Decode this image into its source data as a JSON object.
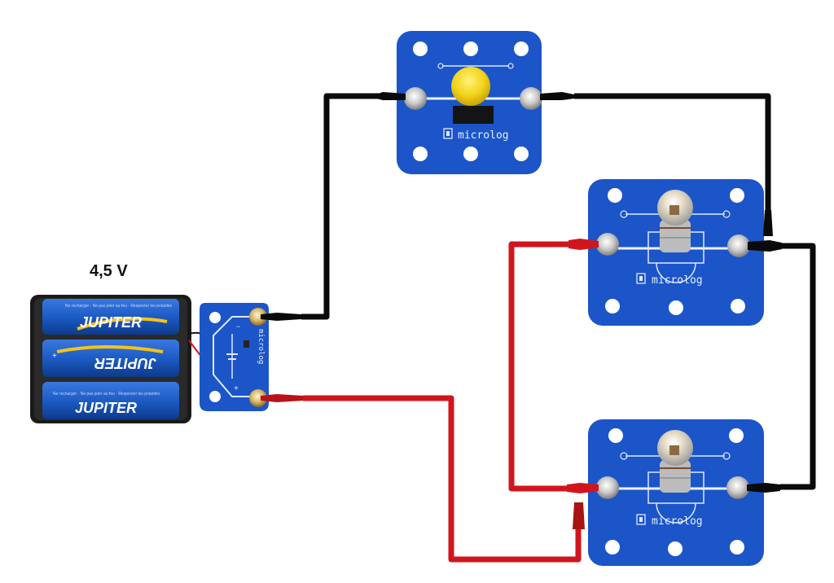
{
  "diagram": {
    "title": "Circuit: battery, push-button switch and two lamps in parallel",
    "voltage_label": "4,5 V",
    "colors": {
      "board_blue": "#1b55c8",
      "wire_black": "#0a0a0a",
      "wire_red": "#d0161c",
      "button_yellow": "#f2d21a",
      "battery_blue": "#1c5cc4"
    },
    "components": {
      "battery_pack": {
        "cells": [
          {
            "brand": "JUPITER",
            "small_text": "Ne recharger · Ne pas jeter au feu · Respecter les polarités",
            "orientation": "normal"
          },
          {
            "brand": "JUPITER",
            "small_text": "",
            "orientation": "inverted"
          },
          {
            "brand": "JUPITER",
            "small_text": "Ne recharger · Ne pas jeter au feu · Respecter les polarités",
            "orientation": "normal"
          }
        ]
      },
      "battery_module": {
        "brand": "microlog",
        "minus_label": "−",
        "plus_label": "+"
      },
      "switch_module": {
        "brand": "microlog"
      },
      "lamp_module_top": {
        "brand": "microlog"
      },
      "lamp_module_bottom": {
        "brand": "microlog"
      }
    },
    "wires": [
      {
        "name": "black-wire-battery-to-switch",
        "color": "black",
        "from": "battery_module.minus",
        "to": "switch_module.left"
      },
      {
        "name": "black-wire-switch-to-top-lamp",
        "color": "black",
        "from": "switch_module.right",
        "to": "lamp_module_top.right"
      },
      {
        "name": "black-wire-top-lamp-to-bottom-lamp",
        "color": "black",
        "from": "lamp_module_top.right",
        "to": "lamp_module_bottom.right"
      },
      {
        "name": "red-wire-battery-to-bottom-lamp",
        "color": "red",
        "from": "battery_module.plus",
        "to": "lamp_module_bottom.left"
      },
      {
        "name": "red-wire-bottom-lamp-to-top-lamp",
        "color": "red",
        "from": "lamp_module_bottom.left",
        "to": "lamp_module_top.left"
      }
    ]
  }
}
